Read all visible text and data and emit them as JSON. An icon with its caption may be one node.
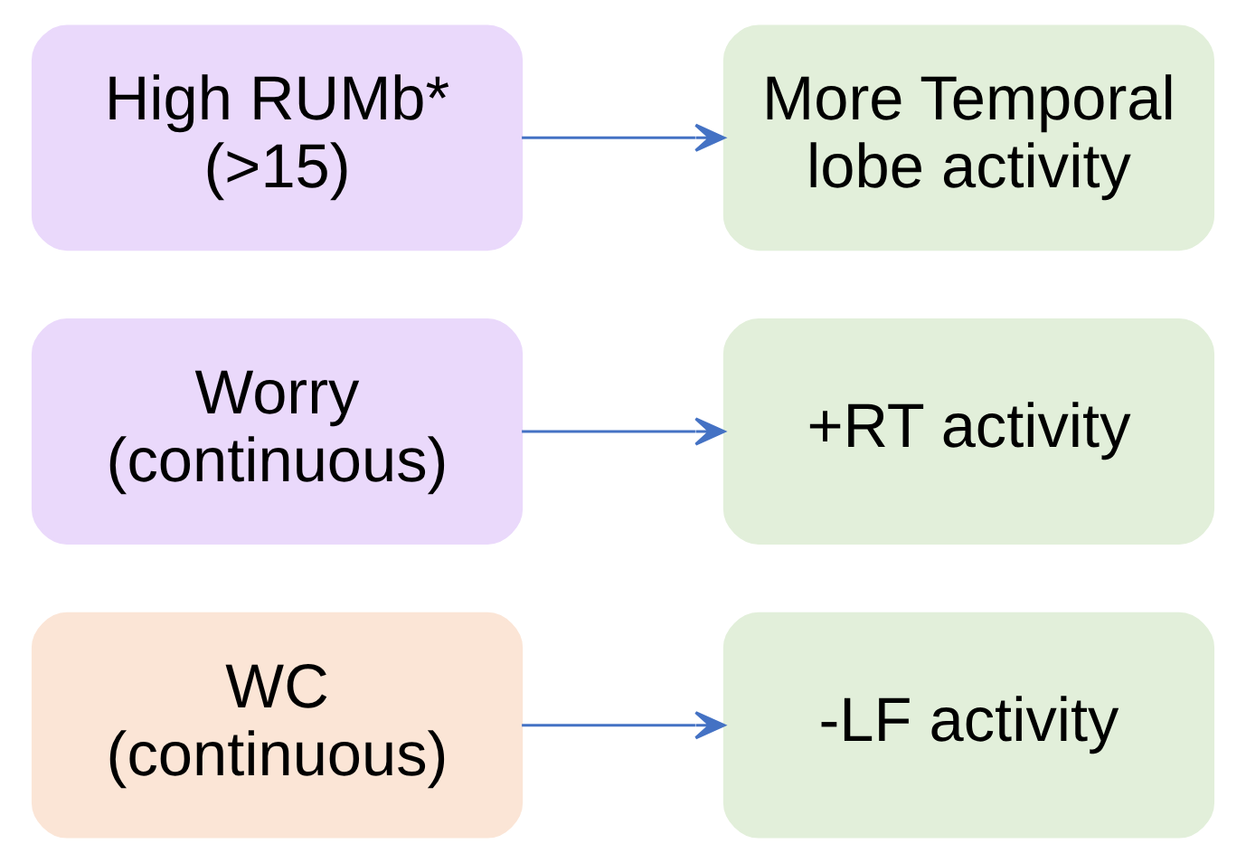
{
  "diagram": {
    "nodes": [
      {
        "text": [
          "WC (continuous)"
        ]
      },
      {
        "text": [
          "-LF activity"
        ]
      },
      {
        "text": [
          "Worry (continuous)"
        ]
      },
      {
        "text": [
          "+RT activity"
        ]
      },
      {
        "text": [
          "High RUMb* (>15)"
        ]
      },
      {
        "text": [
          "More Temporal lobe activity"
        ]
      }
    ],
    "edges": [
      {
        "from": 0,
        "to": 1,
        "arrow": "to"
      },
      {
        "from": 2,
        "to": 3,
        "arrow": "to"
      },
      {
        "from": 4,
        "to": 5,
        "arrow": "to"
      }
    ]
  }
}
